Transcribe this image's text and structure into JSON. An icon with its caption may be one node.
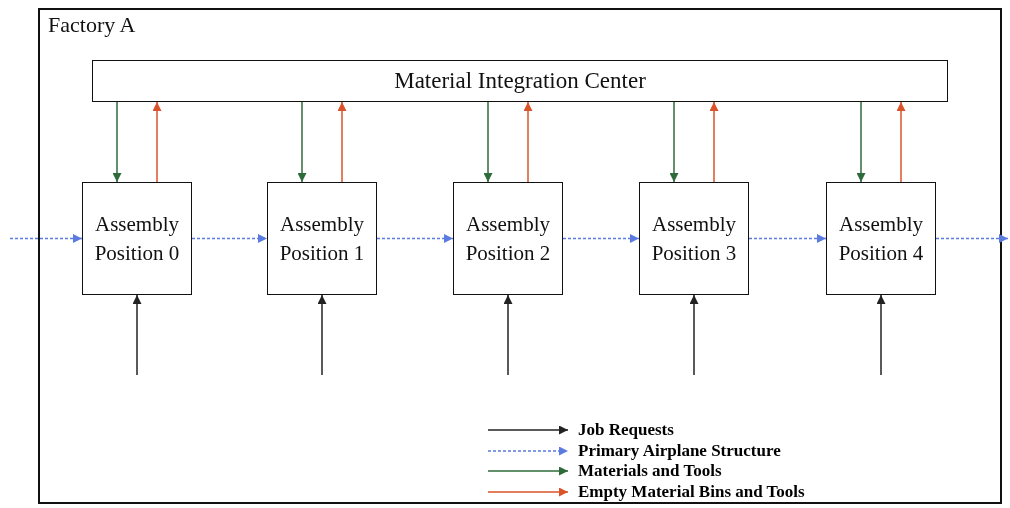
{
  "diagram": {
    "nodes": [
      {
        "text": [
          "Factory A"
        ]
      },
      {
        "text": [
          "Material Integration Center"
        ],
        "in": 0
      },
      {
        "text": [
          "Assembly Position 0"
        ],
        "in": 0
      },
      {
        "text": [
          "Assembly Position 1"
        ],
        "in": 0
      },
      {
        "text": [
          "Assembly Position 2"
        ],
        "in": 0
      },
      {
        "text": [
          "Assembly Position 3"
        ],
        "in": 0
      },
      {
        "text": [
          "Assembly Position 4"
        ],
        "in": 0
      }
    ],
    "edges": [
      {
        "from": null,
        "to": 2,
        "arrow": "to",
        "style": "dashed",
        "color": "#5b7be0"
      },
      {
        "from": 2,
        "to": 3,
        "arrow": "to",
        "style": "dashed",
        "color": "#5b7be0"
      },
      {
        "from": 3,
        "to": 4,
        "arrow": "to",
        "style": "dashed",
        "color": "#5b7be0"
      },
      {
        "from": 4,
        "to": 5,
        "arrow": "to",
        "style": "dashed",
        "color": "#5b7be0"
      },
      {
        "from": 5,
        "to": 6,
        "arrow": "to",
        "style": "dashed",
        "color": "#5b7be0"
      },
      {
        "from": 6,
        "to": null,
        "arrow": "to",
        "style": "dashed",
        "color": "#5b7be0"
      },
      {
        "from": 1,
        "to": 2,
        "arrow": "to",
        "color": "#2e6b3a"
      },
      {
        "from": 1,
        "to": 3,
        "arrow": "to",
        "color": "#2e6b3a"
      },
      {
        "from": 1,
        "to": 4,
        "arrow": "to",
        "color": "#2e6b3a"
      },
      {
        "from": 1,
        "to": 5,
        "arrow": "to",
        "color": "#2e6b3a"
      },
      {
        "from": 1,
        "to": 6,
        "arrow": "to",
        "color": "#2e6b3a"
      },
      {
        "from": 2,
        "to": 1,
        "arrow": "to",
        "color": "#d9542a"
      },
      {
        "from": 3,
        "to": 1,
        "arrow": "to",
        "color": "#d9542a"
      },
      {
        "from": 4,
        "to": 1,
        "arrow": "to",
        "color": "#d9542a"
      },
      {
        "from": 5,
        "to": 1,
        "arrow": "to",
        "color": "#d9542a"
      },
      {
        "from": 6,
        "to": 1,
        "arrow": "to",
        "color": "#d9542a"
      },
      {
        "from": null,
        "to": 2,
        "arrow": "to",
        "color": "#222222"
      },
      {
        "from": null,
        "to": 3,
        "arrow": "to",
        "color": "#222222"
      },
      {
        "from": null,
        "to": 4,
        "arrow": "to",
        "color": "#222222"
      },
      {
        "from": null,
        "to": 5,
        "arrow": "to",
        "color": "#222222"
      },
      {
        "from": null,
        "to": 6,
        "arrow": "to",
        "color": "#222222"
      }
    ],
    "legend": [
      {
        "text": "Job Requests"
      },
      {
        "text": "Primary Airplane Structure"
      },
      {
        "text": "Materials and Tools"
      },
      {
        "text": "Empty Material Bins and Tools"
      }
    ]
  }
}
